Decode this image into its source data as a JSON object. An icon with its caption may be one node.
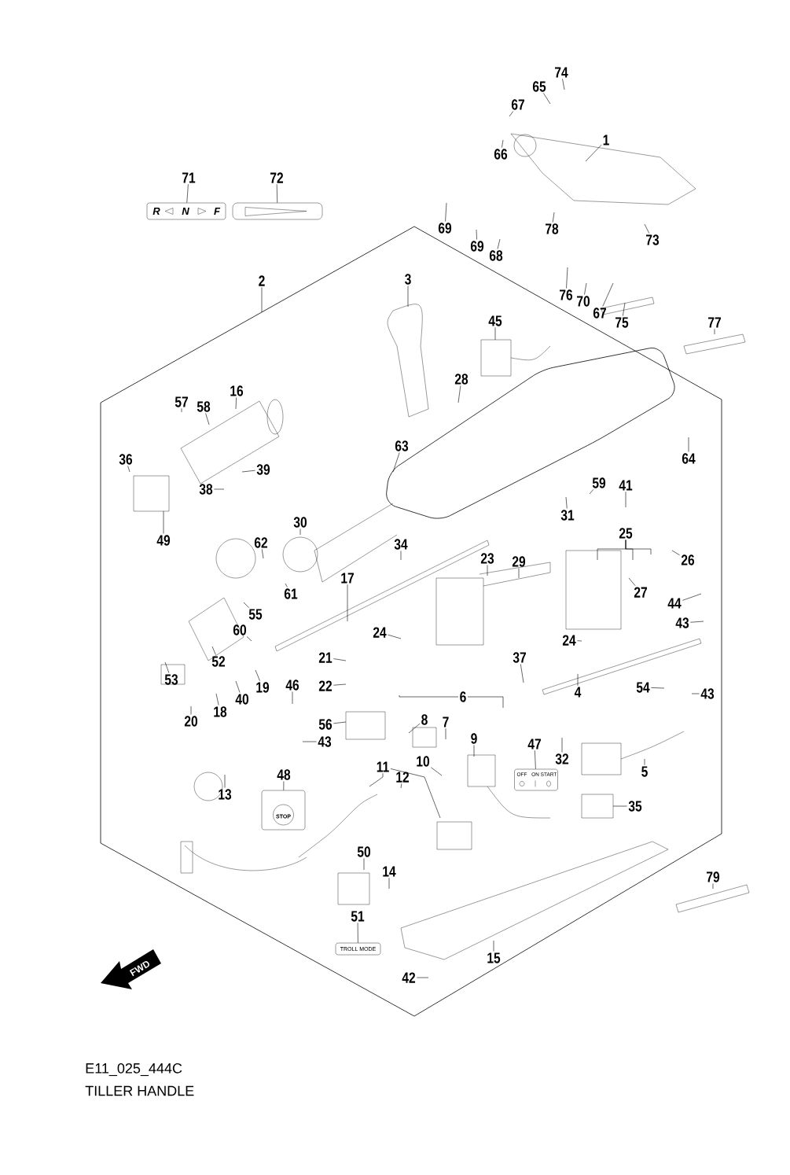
{
  "diagram": {
    "nodes": [
      {
        "text": [
          "74"
        ]
      },
      {
        "text": [
          "65"
        ]
      },
      {
        "text": [
          "67"
        ]
      },
      {
        "text": [
          "1"
        ]
      },
      {
        "text": [
          "66"
        ]
      },
      {
        "text": [
          "71"
        ]
      },
      {
        "text": [
          "72"
        ]
      },
      {
        "text": [
          "69"
        ]
      },
      {
        "text": [
          "78"
        ]
      },
      {
        "text": [
          "73"
        ]
      },
      {
        "text": [
          "69"
        ]
      },
      {
        "text": [
          "68"
        ]
      },
      {
        "text": [
          "3"
        ]
      },
      {
        "text": [
          "2"
        ]
      },
      {
        "text": [
          "76"
        ]
      },
      {
        "text": [
          "70"
        ]
      },
      {
        "text": [
          "67"
        ]
      },
      {
        "text": [
          "75"
        ]
      },
      {
        "text": [
          "45"
        ]
      },
      {
        "text": [
          "77"
        ]
      },
      {
        "text": [
          "28"
        ]
      },
      {
        "text": [
          "16"
        ]
      },
      {
        "text": [
          "57"
        ]
      },
      {
        "text": [
          "58"
        ]
      },
      {
        "text": [
          "63"
        ]
      },
      {
        "text": [
          "64"
        ]
      },
      {
        "text": [
          "36"
        ]
      },
      {
        "text": [
          "39"
        ]
      },
      {
        "text": [
          "59"
        ]
      },
      {
        "text": [
          "41"
        ]
      },
      {
        "text": [
          "38"
        ]
      },
      {
        "text": [
          "31"
        ]
      },
      {
        "text": [
          "30"
        ]
      },
      {
        "text": [
          "25"
        ]
      },
      {
        "text": [
          "49"
        ]
      },
      {
        "text": [
          "62"
        ]
      },
      {
        "text": [
          "34"
        ]
      },
      {
        "text": [
          "23"
        ]
      },
      {
        "text": [
          "29"
        ]
      },
      {
        "text": [
          "26"
        ]
      },
      {
        "text": [
          "17"
        ]
      },
      {
        "text": [
          "27"
        ]
      },
      {
        "text": [
          "61"
        ]
      },
      {
        "text": [
          "44"
        ]
      },
      {
        "text": [
          "55"
        ]
      },
      {
        "text": [
          "43"
        ]
      },
      {
        "text": [
          "60"
        ]
      },
      {
        "text": [
          "24"
        ]
      },
      {
        "text": [
          "24"
        ]
      },
      {
        "text": [
          "37"
        ]
      },
      {
        "text": [
          "52"
        ]
      },
      {
        "text": [
          "21"
        ]
      },
      {
        "text": [
          "53"
        ]
      },
      {
        "text": [
          "19"
        ]
      },
      {
        "text": [
          "46"
        ]
      },
      {
        "text": [
          "4"
        ]
      },
      {
        "text": [
          "22"
        ]
      },
      {
        "text": [
          "54"
        ]
      },
      {
        "text": [
          "43"
        ]
      },
      {
        "text": [
          "6"
        ]
      },
      {
        "text": [
          "40"
        ]
      },
      {
        "text": [
          "18"
        ]
      },
      {
        "text": [
          "8"
        ]
      },
      {
        "text": [
          "20"
        ]
      },
      {
        "text": [
          "7"
        ]
      },
      {
        "text": [
          "56"
        ]
      },
      {
        "text": [
          "9"
        ]
      },
      {
        "text": [
          "43"
        ]
      },
      {
        "text": [
          "47"
        ]
      },
      {
        "text": [
          "32"
        ]
      },
      {
        "text": [
          "10"
        ]
      },
      {
        "text": [
          "11"
        ]
      },
      {
        "text": [
          "5"
        ]
      },
      {
        "text": [
          "48"
        ]
      },
      {
        "text": [
          "12"
        ]
      },
      {
        "text": [
          "13"
        ]
      },
      {
        "text": [
          "35"
        ]
      },
      {
        "text": [
          "50"
        ]
      },
      {
        "text": [
          "14"
        ]
      },
      {
        "text": [
          "79"
        ]
      },
      {
        "text": [
          "51"
        ]
      },
      {
        "text": [
          "15"
        ]
      },
      {
        "text": [
          "42"
        ]
      },
      {
        "text": [
          "R",
          "N",
          "F"
        ]
      },
      {
        "text": [],
        "shape": "box"
      },
      {
        "text": [
          "OFF",
          "ON",
          "START"
        ]
      },
      {
        "text": [
          "STOP"
        ]
      },
      {
        "text": [
          "TROLL MODE"
        ]
      }
    ],
    "edges": [
      {
        "from": 0,
        "to": null,
        "arrow": "none"
      },
      {
        "from": 1,
        "to": null,
        "arrow": "none"
      },
      {
        "from": 2,
        "to": null,
        "arrow": "none"
      },
      {
        "from": 3,
        "to": null,
        "arrow": "none"
      },
      {
        "from": 4,
        "to": null,
        "arrow": "none"
      },
      {
        "from": 5,
        "to": 83,
        "arrow": "none"
      },
      {
        "from": 6,
        "to": 84,
        "arrow": "none"
      },
      {
        "from": 7,
        "to": null,
        "arrow": "none"
      },
      {
        "from": 8,
        "to": null,
        "arrow": "none"
      },
      {
        "from": 9,
        "to": null,
        "arrow": "none"
      },
      {
        "from": 10,
        "to": null,
        "arrow": "none"
      },
      {
        "from": 11,
        "to": null,
        "arrow": "none"
      },
      {
        "from": 12,
        "to": null,
        "arrow": "none"
      },
      {
        "from": 13,
        "to": null,
        "arrow": "none"
      },
      {
        "from": 14,
        "to": null,
        "arrow": "none"
      },
      {
        "from": 15,
        "to": null,
        "arrow": "none"
      },
      {
        "from": 16,
        "to": null,
        "arrow": "none"
      },
      {
        "from": 17,
        "to": null,
        "arrow": "none"
      },
      {
        "from": 18,
        "to": null,
        "arrow": "none"
      },
      {
        "from": 19,
        "to": null,
        "arrow": "none"
      },
      {
        "from": 20,
        "to": null,
        "arrow": "none"
      },
      {
        "from": 21,
        "to": null,
        "arrow": "none"
      },
      {
        "from": 22,
        "to": null,
        "arrow": "none"
      },
      {
        "from": 23,
        "to": null,
        "arrow": "none"
      },
      {
        "from": 24,
        "to": null,
        "arrow": "none"
      },
      {
        "from": 25,
        "to": null,
        "arrow": "none"
      },
      {
        "from": 26,
        "to": null,
        "arrow": "none"
      },
      {
        "from": 27,
        "to": null,
        "arrow": "none"
      },
      {
        "from": 28,
        "to": null,
        "arrow": "none"
      },
      {
        "from": 29,
        "to": null,
        "arrow": "none"
      },
      {
        "from": 30,
        "to": null,
        "arrow": "none"
      },
      {
        "from": 31,
        "to": null,
        "arrow": "none"
      },
      {
        "from": 32,
        "to": null,
        "arrow": "none"
      },
      {
        "from": 33,
        "to": null,
        "arrow": "none"
      },
      {
        "from": 33,
        "to": null,
        "arrow": "none"
      },
      {
        "from": 33,
        "to": null,
        "arrow": "none"
      },
      {
        "from": 34,
        "to": null,
        "arrow": "none"
      },
      {
        "from": 35,
        "to": null,
        "arrow": "none"
      },
      {
        "from": 36,
        "to": null,
        "arrow": "none"
      },
      {
        "from": 37,
        "to": null,
        "arrow": "none"
      },
      {
        "from": 38,
        "to": null,
        "arrow": "none"
      },
      {
        "from": 39,
        "to": null,
        "arrow": "none"
      },
      {
        "from": 40,
        "to": null,
        "arrow": "none"
      },
      {
        "from": 41,
        "to": null,
        "arrow": "none"
      },
      {
        "from": 42,
        "to": null,
        "arrow": "none"
      },
      {
        "from": 43,
        "to": null,
        "arrow": "none"
      },
      {
        "from": 44,
        "to": null,
        "arrow": "none"
      },
      {
        "from": 45,
        "to": null,
        "arrow": "none"
      },
      {
        "from": 46,
        "to": null,
        "arrow": "none"
      },
      {
        "from": 47,
        "to": null,
        "arrow": "none"
      },
      {
        "from": 48,
        "to": null,
        "arrow": "none"
      },
      {
        "from": 49,
        "to": null,
        "arrow": "none"
      },
      {
        "from": 50,
        "to": null,
        "arrow": "none"
      },
      {
        "from": 51,
        "to": null,
        "arrow": "none"
      },
      {
        "from": 52,
        "to": null,
        "arrow": "none"
      },
      {
        "from": 53,
        "to": null,
        "arrow": "none"
      },
      {
        "from": 54,
        "to": null,
        "arrow": "none"
      },
      {
        "from": 55,
        "to": null,
        "arrow": "none"
      },
      {
        "from": 56,
        "to": null,
        "arrow": "none"
      },
      {
        "from": 57,
        "to": null,
        "arrow": "none"
      },
      {
        "from": 58,
        "to": null,
        "arrow": "none"
      },
      {
        "from": 59,
        "to": null,
        "arrow": "none"
      },
      {
        "from": 59,
        "to": null,
        "arrow": "none"
      },
      {
        "from": 60,
        "to": null,
        "arrow": "none"
      },
      {
        "from": 61,
        "to": null,
        "arrow": "none"
      },
      {
        "from": 62,
        "to": null,
        "arrow": "none"
      },
      {
        "from": 63,
        "to": null,
        "arrow": "none"
      },
      {
        "from": 64,
        "to": null,
        "arrow": "none"
      },
      {
        "from": 65,
        "to": null,
        "arrow": "none"
      },
      {
        "from": 66,
        "to": null,
        "arrow": "none"
      },
      {
        "from": 67,
        "to": null,
        "arrow": "none"
      },
      {
        "from": 68,
        "to": 85,
        "arrow": "none"
      },
      {
        "from": 69,
        "to": null,
        "arrow": "none"
      },
      {
        "from": 70,
        "to": null,
        "arrow": "none"
      },
      {
        "from": 71,
        "to": null,
        "arrow": "none"
      },
      {
        "from": 71,
        "to": null,
        "arrow": "none"
      },
      {
        "from": 72,
        "to": null,
        "arrow": "none"
      },
      {
        "from": 73,
        "to": 86,
        "arrow": "none"
      },
      {
        "from": 74,
        "to": null,
        "arrow": "none"
      },
      {
        "from": 75,
        "to": null,
        "arrow": "none"
      },
      {
        "from": 76,
        "to": null,
        "arrow": "none"
      },
      {
        "from": 77,
        "to": null,
        "arrow": "none"
      },
      {
        "from": 78,
        "to": null,
        "arrow": "none"
      },
      {
        "from": 79,
        "to": null,
        "arrow": "none"
      },
      {
        "from": 80,
        "to": 87,
        "arrow": "none"
      },
      {
        "from": 81,
        "to": null,
        "arrow": "none"
      },
      {
        "from": 82,
        "to": null,
        "arrow": "none"
      }
    ],
    "labels": [
      "FWD",
      "E11_025_444C",
      "TILLER HANDLE"
    ]
  }
}
